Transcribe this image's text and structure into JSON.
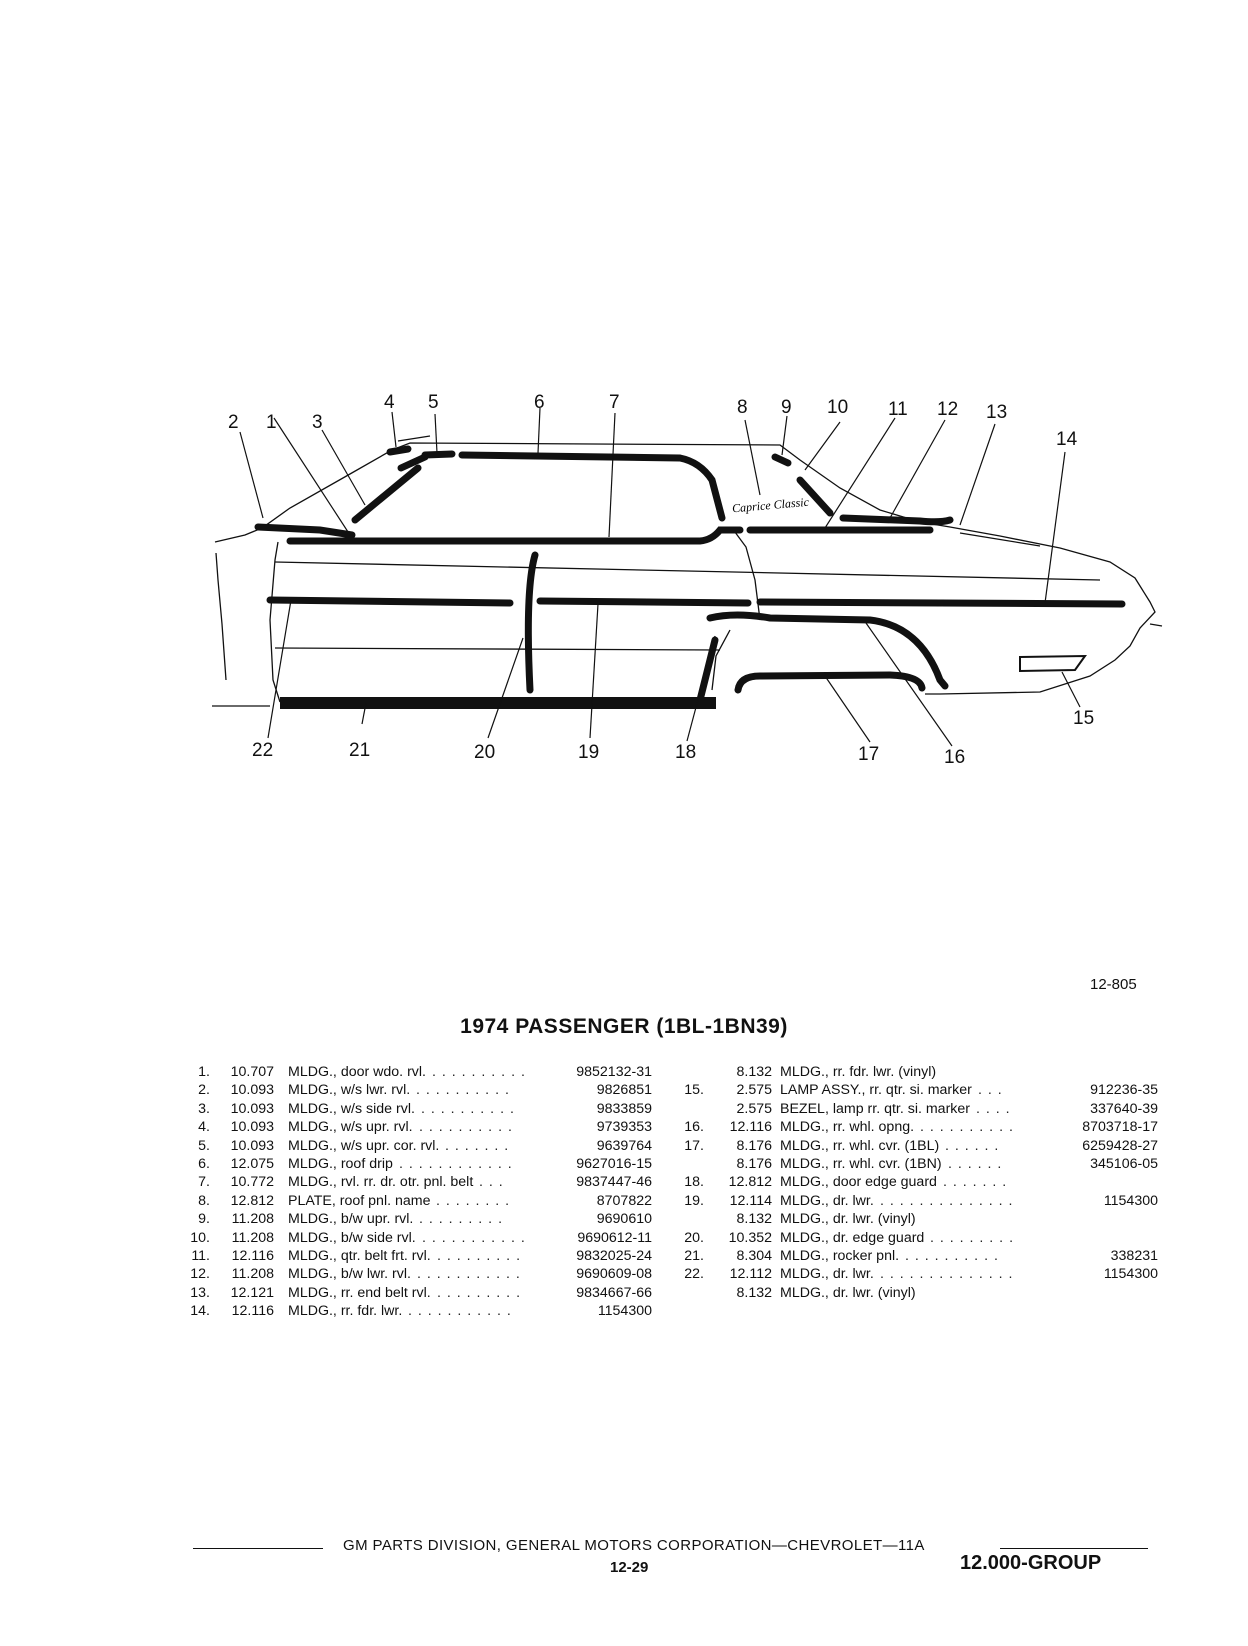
{
  "diagram": {
    "callouts": [
      "1",
      "2",
      "3",
      "4",
      "5",
      "6",
      "7",
      "8",
      "9",
      "10",
      "11",
      "12",
      "13",
      "14",
      "15",
      "16",
      "17",
      "18",
      "19",
      "20",
      "21",
      "22"
    ],
    "emblem_text": "Caprice Classic"
  },
  "figure_id": "12-805",
  "title": "1974 PASSENGER (1BL-1BN39)",
  "parts_left": [
    {
      "num": "1.",
      "group": "10.707",
      "desc": "MLDG., door wdo. rvl.",
      "dots": ". . . . . . . . . .",
      "part": "9852132-31"
    },
    {
      "num": "2.",
      "group": "10.093",
      "desc": "MLDG., w/s lwr. rvl.",
      "dots": ". . . . . . . . . .",
      "part": "9826851"
    },
    {
      "num": "3.",
      "group": "10.093",
      "desc": "MLDG., w/s side rvl.",
      "dots": ". . . . . . . . . .",
      "part": "9833859"
    },
    {
      "num": "4.",
      "group": "10.093",
      "desc": "MLDG., w/s upr. rvl.",
      "dots": ". . . . . . . . . .",
      "part": "9739353"
    },
    {
      "num": "5.",
      "group": "10.093",
      "desc": "MLDG., w/s upr. cor. rvl.",
      "dots": ". . . . . . .",
      "part": "9639764"
    },
    {
      "num": "6.",
      "group": "12.075",
      "desc": "MLDG., roof drip",
      "dots": ". . . . . . . . . . . .",
      "part": "9627016-15"
    },
    {
      "num": "7.",
      "group": "10.772",
      "desc": "MLDG., rvl. rr. dr. otr. pnl. belt",
      "dots": ". . .",
      "part": "9837447-46"
    },
    {
      "num": "8.",
      "group": "12.812",
      "desc": "PLATE, roof pnl. name",
      "dots": ". . . . . . . .",
      "part": "8707822"
    },
    {
      "num": "9.",
      "group": "11.208",
      "desc": "MLDG., b/w upr. rvl.",
      "dots": ". . . . . . . . .",
      "part": "9690610"
    },
    {
      "num": "10.",
      "group": "11.208",
      "desc": "MLDG., b/w side rvl.",
      "dots": ". . . . . . . . . . .",
      "part": "9690612-11"
    },
    {
      "num": "11.",
      "group": "12.116",
      "desc": "MLDG., qtr. belt frt. rvl.",
      "dots": ". . . . . . . . .",
      "part": "9832025-24"
    },
    {
      "num": "12.",
      "group": "11.208",
      "desc": "MLDG., b/w lwr. rvl.",
      "dots": ". . . . . . . . . . .",
      "part": "9690609-08"
    },
    {
      "num": "13.",
      "group": "12.121",
      "desc": "MLDG., rr. end belt rvl.",
      "dots": ". . . . . . . . .",
      "part": "9834667-66"
    },
    {
      "num": "14.",
      "group": "12.116",
      "desc": "MLDG., rr. fdr. lwr.",
      "dots": ". . . . . . . . . . .",
      "part": "1154300"
    }
  ],
  "parts_right": [
    {
      "num": "",
      "group": "8.132",
      "desc": "MLDG., rr. fdr. lwr. (vinyl)",
      "dots": "",
      "part": ""
    },
    {
      "num": "15.",
      "group": "2.575",
      "desc": "LAMP ASSY., rr. qtr. si. marker",
      "dots": ". . .",
      "part": "912236-35"
    },
    {
      "num": "",
      "group": "2.575",
      "desc": "BEZEL, lamp rr. qtr. si. marker",
      "dots": ". . . .",
      "part": "337640-39"
    },
    {
      "num": "16.",
      "group": "12.116",
      "desc": "MLDG., rr. whl. opng.",
      "dots": ". . . . . . . . . .",
      "part": "8703718-17"
    },
    {
      "num": "17.",
      "group": "8.176",
      "desc": "MLDG., rr. whl. cvr. (1BL)",
      "dots": ". . . . . .",
      "part": "6259428-27"
    },
    {
      "num": "",
      "group": "8.176",
      "desc": "MLDG., rr. whl. cvr. (1BN)",
      "dots": ". . . . . .",
      "part": "345106-05"
    },
    {
      "num": "18.",
      "group": "12.812",
      "desc": "MLDG., door edge guard",
      "dots": ". . . . . . .",
      "part": ""
    },
    {
      "num": "19.",
      "group": "12.114",
      "desc": "MLDG., dr. lwr.",
      "dots": ". . . . . . . . . . . . . .",
      "part": "1154300"
    },
    {
      "num": "",
      "group": "8.132",
      "desc": "MLDG., dr. lwr. (vinyl)",
      "dots": "",
      "part": ""
    },
    {
      "num": "20.",
      "group": "10.352",
      "desc": "MLDG., dr. edge guard",
      "dots": ". . . . . . . . .",
      "part": ""
    },
    {
      "num": "21.",
      "group": "8.304",
      "desc": "MLDG., rocker pnl.",
      "dots": ". . . . . . . . . .",
      "part": "338231"
    },
    {
      "num": "22.",
      "group": "12.112",
      "desc": "MLDG., dr. lwr.",
      "dots": ". . . . . . . . . . . . . .",
      "part": "1154300"
    },
    {
      "num": "",
      "group": "8.132",
      "desc": "MLDG., dr. lwr. (vinyl)",
      "dots": "",
      "part": ""
    }
  ],
  "footer": {
    "text": "GM PARTS DIVISION, GENERAL MOTORS CORPORATION—CHEVROLET—11A",
    "page": "12-29",
    "group": "12.000-GROUP"
  }
}
